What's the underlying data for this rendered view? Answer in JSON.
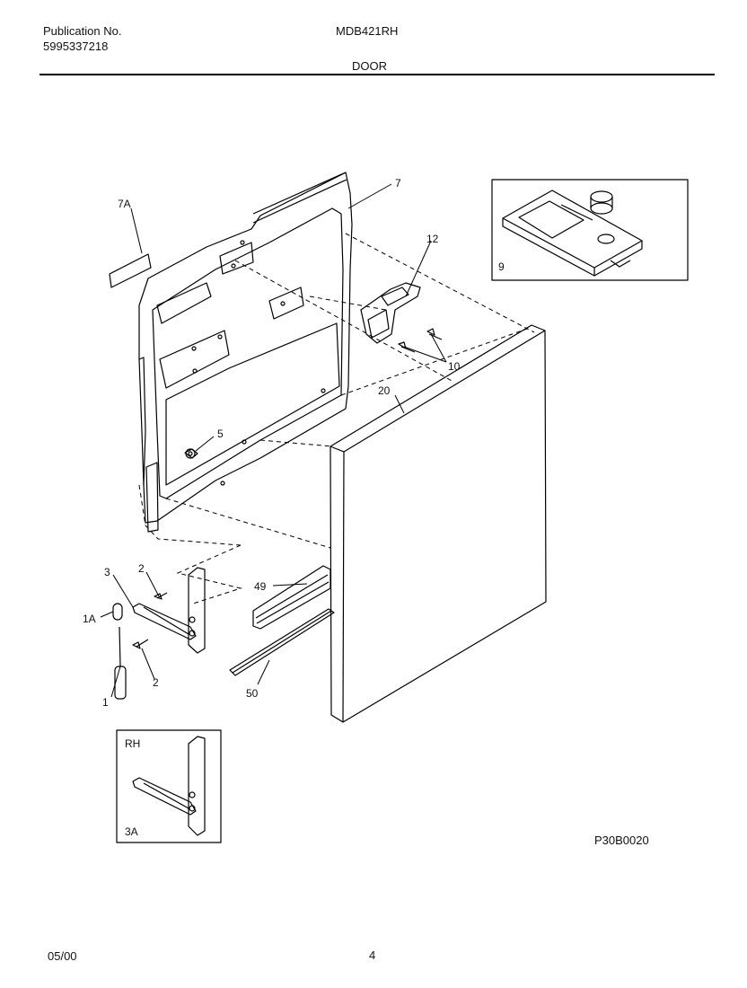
{
  "header": {
    "publication_label": "Publication No.",
    "publication_number": "5995337218",
    "model": "MDB421RH",
    "section_title": "DOOR"
  },
  "callouts": {
    "c7A": "7A",
    "c7": "7",
    "c12": "12",
    "c9": "9",
    "c10": "10",
    "c20": "20",
    "c5": "5",
    "c3": "3",
    "c2a": "2",
    "c2b": "2",
    "c1A": "1A",
    "c1": "1",
    "c49": "49",
    "c50": "50",
    "cRH": "RH",
    "c3A": "3A"
  },
  "diagram_code": "P30B0020",
  "footer": {
    "date": "05/00",
    "page": "4"
  }
}
